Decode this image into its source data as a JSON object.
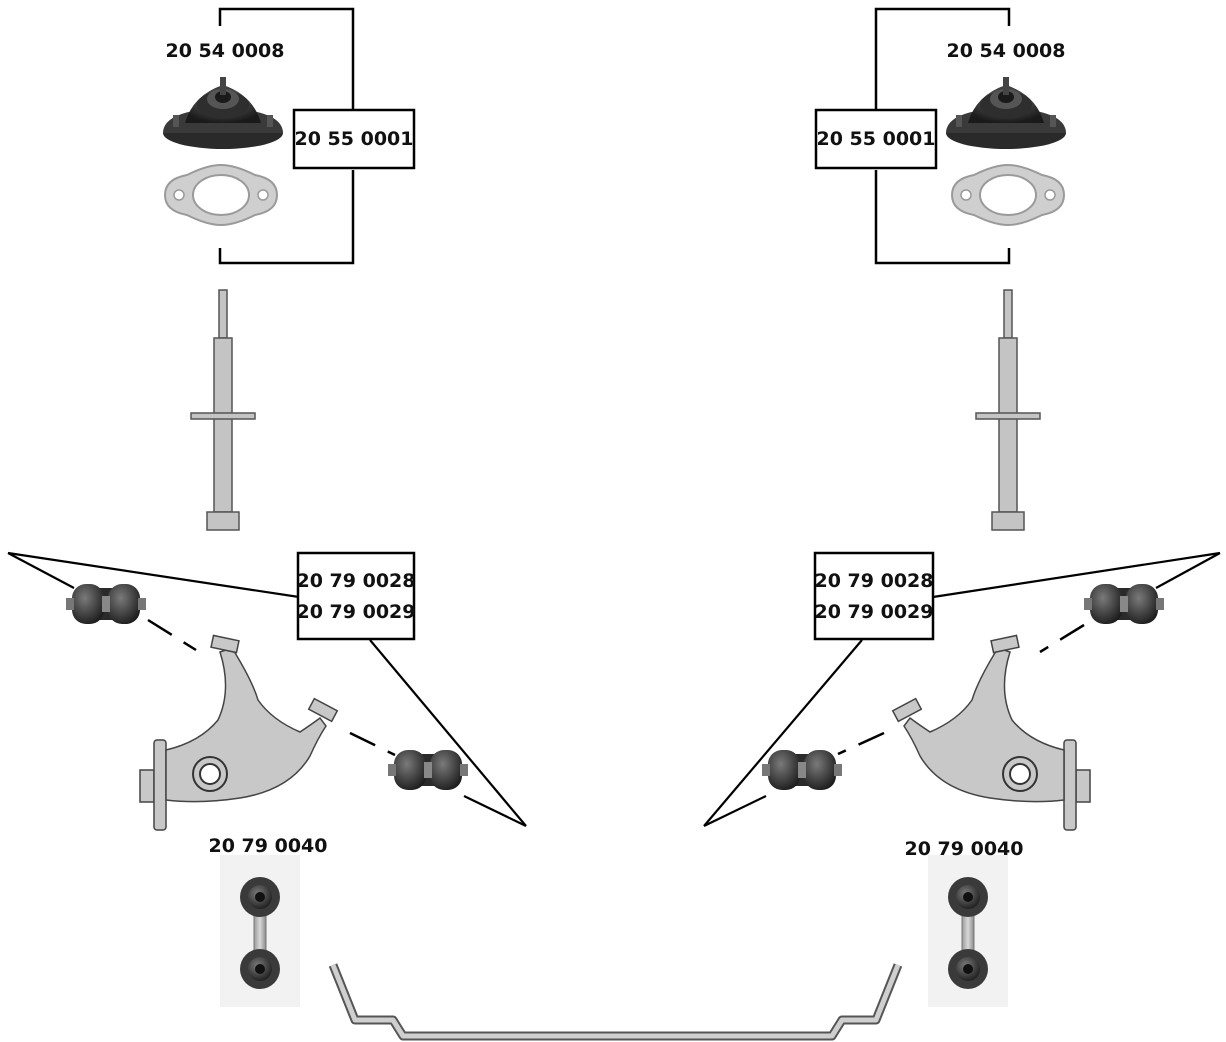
{
  "parts": {
    "top_mount": "20 54 0008",
    "mount_kit": "20 55 0001",
    "bushing_a": "20 79 0028",
    "bushing_b": "20 79 0029",
    "stabilizer_link": "20 79 0040"
  },
  "colors": {
    "line": "#000000",
    "metal_gray": "#c4c4c4",
    "metal_dark": "#7a7a7a",
    "rubber_dark": "#2a2a2a"
  },
  "icons": [
    "strut-top-mount-icon",
    "mount-gasket-icon",
    "shock-absorber-icon",
    "control-arm-icon",
    "rubber-bushing-icon",
    "stabilizer-link-icon",
    "stabilizer-bar-icon"
  ]
}
